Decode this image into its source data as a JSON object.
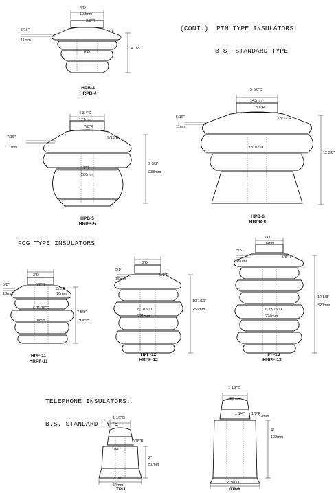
{
  "headings": {
    "pin_type_line1": "(CONT.)  PIN TYPE INSULATORS:",
    "pin_type_line2": "B.S. STANDARD TYPE",
    "fog_type": "FOG TYPE INSULATORS",
    "telephone_line1": "TELEPHONE INSULATORS:",
    "telephone_line2": "B.S. STANDARD TYPE"
  },
  "insulators": [
    {
      "id": "hpb4",
      "labels": [
        "HPB-4",
        "HRPB-4"
      ],
      "dims": [
        "4\"D",
        "102mm",
        "3/8\"R",
        "1/4\"",
        "5/16\"",
        "11mm",
        "4 1/2\"",
        "8\"D"
      ]
    },
    {
      "id": "hpb5",
      "labels": [
        "HPB-5",
        "HRPB-5"
      ],
      "dims": [
        "4 3/4\"D",
        "121mm",
        "7/8\"R",
        "7/16\"",
        "17mm",
        "9/16\"R",
        "9 3/8\"",
        "238mm",
        "11\"D",
        "280mm"
      ]
    },
    {
      "id": "hpb6",
      "labels": [
        "HPB-6",
        "HRPB-6"
      ],
      "dims": [
        "5 5/8\"D",
        "143mm",
        "3/8\"R",
        "5/16\"",
        "11mm",
        "13/32\"R",
        "13 1/2\"D",
        "12 3/8\""
      ]
    },
    {
      "id": "hpf11",
      "labels": [
        "HPF-11",
        "HRPF-11"
      ],
      "dims": [
        "3\"D",
        "5/8\"R",
        "3/8\"R",
        "16mm",
        "5/8\"",
        "16mm",
        "6 11/16\"D",
        "170mm",
        "7 5/8\"",
        "193mm"
      ]
    },
    {
      "id": "hpf12",
      "labels": [
        "HPF-12",
        "HRPF-12"
      ],
      "dims": [
        "3\"D",
        "5/8\"R",
        "5/8\"",
        "16mm",
        "10 1/16\"",
        "255mm",
        "8 1/16\"D",
        "221mm"
      ]
    },
    {
      "id": "hpf13",
      "labels": [
        "HPF-13",
        "HRPF-13"
      ],
      "dims": [
        "3\"D",
        "76mm",
        "5/8\"R",
        "5/8\"",
        "16mm",
        "12 5/8\"",
        "320mm",
        "8 13/16\"D",
        "224mm"
      ]
    },
    {
      "id": "tp1",
      "labels": [
        "TP-1"
      ],
      "dims": [
        "1 1/2\"D",
        "7/16\"R",
        "1 1/8\"",
        "2\"",
        "51mm",
        "2 1/8\"",
        "54mm"
      ]
    },
    {
      "id": "tp2",
      "labels": [
        "TP-2"
      ],
      "dims": [
        "1 1/2\"D",
        "38mm",
        "1 1/4\"",
        "1/8\"R",
        "32mm",
        "4\"",
        "102mm",
        "2 3/8\"D",
        "60mm"
      ]
    }
  ]
}
